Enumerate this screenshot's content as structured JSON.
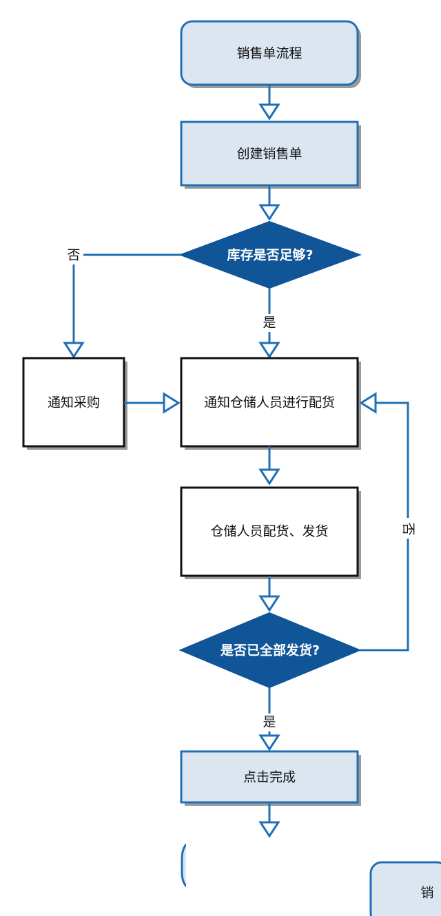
{
  "nodes": {
    "start": "销售单流程",
    "create": "创建销售单",
    "stock_check": "库存是否足够?",
    "notify_purchase": "通知采购",
    "notify_warehouse": "通知仓储人员进行配货",
    "ship": "仓储人员配货、发货",
    "all_shipped": "是否已全部发货?",
    "complete": "点击完成",
    "next_partial": "销"
  },
  "edges": {
    "no_stock": "否",
    "yes_stock": "是",
    "no_all_shipped": "否",
    "yes_all_shipped": "是"
  },
  "colors": {
    "line": "#1f6fb6",
    "decision_fill": "#0f5597",
    "box_fill": "#dbe6f1"
  }
}
